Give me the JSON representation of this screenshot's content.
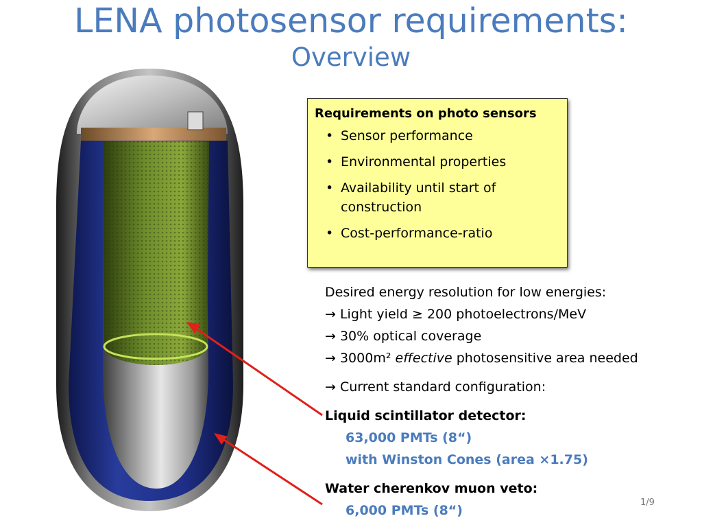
{
  "title": "LENA photosensor requirements:",
  "subtitle": "Overview",
  "requirements_box": {
    "heading": "Requirements on photo sensors",
    "items": [
      "Sensor performance",
      "Environmental properties",
      "Availability until start of construction",
      "Cost-performance-ratio"
    ]
  },
  "text": {
    "line1": "Desired energy resolution for low energies:",
    "line2": "→ Light yield ≥ 200 photoelectrons/MeV",
    "line3": "→ 30% optical coverage",
    "line4_prefix": "→ 3000m²",
    "line4_emph": "effective",
    "line4_suffix": "photosensitive area needed",
    "line5": "→ Current standard configuration:",
    "liquid_heading": "Liquid scintillator detector:",
    "liquid_line1": "63,000 PMTs (8“)",
    "liquid_line2": "with Winston Cones (area ×1.75)",
    "water_heading": "Water cherenkov muon veto:",
    "water_line1": "6,000 PMTs (8“)"
  },
  "page_number": "1/9",
  "colors": {
    "title_blue": "#4a7bbd",
    "box_yellow": "#ffff99",
    "arrow_red": "#e0201a"
  }
}
